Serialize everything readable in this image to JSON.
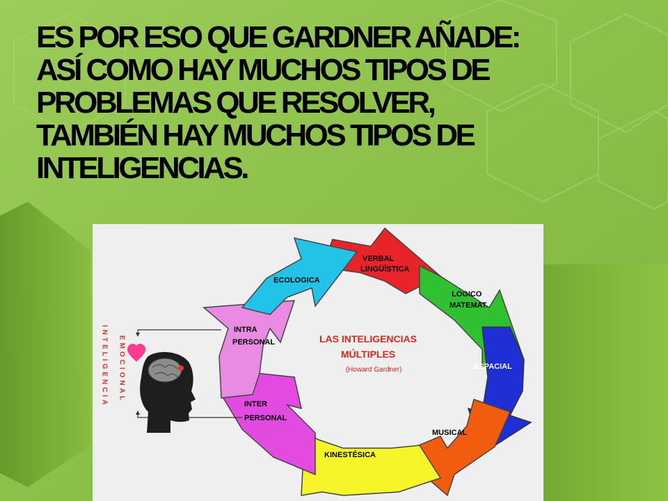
{
  "slide": {
    "title_lines": [
      "ES POR ESO QUE    GARDNER AÑADE:",
      "ASÍ  COMO HAY MUCHOS  TIPOS DE",
      "PROBLEMAS QUE RESOLVER,",
      "TAMBIÉN HAY MUCHOS TIPOS DE",
      "INTELIGENCIAS."
    ]
  },
  "diagram": {
    "center_title_1": "LAS INTELIGENCIAS",
    "center_title_2": "MÚLTIPLES",
    "center_subtitle": "(Howard Gardner)",
    "segments": [
      {
        "line1": "VERBAL",
        "line2": "LINGÜÍSTICA",
        "color": "#e8232a"
      },
      {
        "line1": "LOGICO",
        "line2": "MATEMAT.",
        "color": "#2fc12f"
      },
      {
        "line1": "ESPACIAL",
        "line2": "",
        "color": "#1f2fd6"
      },
      {
        "line1": "MUSICAL",
        "line2": "",
        "color": "#f25c0f"
      },
      {
        "line1": "KINESTÉSICA",
        "line2": "",
        "color": "#f5f52a"
      },
      {
        "line1": "INTER",
        "line2": "PERSONAL",
        "color": "#e34ae0"
      },
      {
        "line1": "INTRA",
        "line2": "PERSONAL",
        "color": "#e98be3"
      },
      {
        "line1": "ECOLOGICA",
        "line2": "",
        "color": "#22c3e6"
      }
    ],
    "side_label_1": "INTELIGENCIA",
    "side_label_2": "EMOCIONAL",
    "colors": {
      "background": "#efefef",
      "center_text": "#d7281e",
      "heart": "#ff3b8f"
    }
  }
}
